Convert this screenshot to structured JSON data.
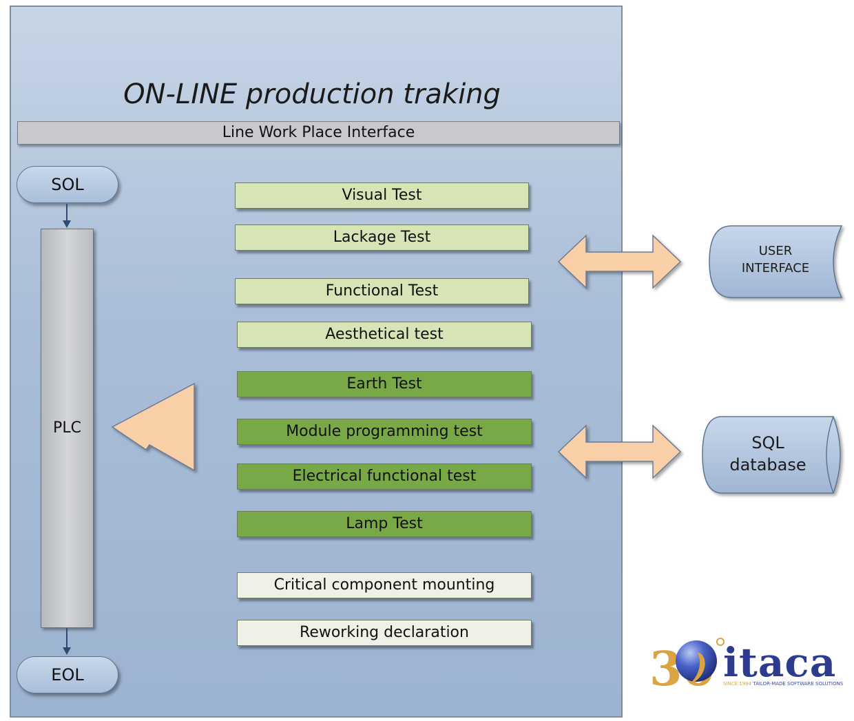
{
  "title": "ON-LINE production traking",
  "interface_bar": "Line Work Place Interface",
  "start_node": "SOL",
  "end_node": "EOL",
  "plc_label": "PLC",
  "tests": [
    {
      "label": "Visual Test",
      "group": "light"
    },
    {
      "label": "Lackage Test",
      "group": "light"
    },
    {
      "label": "Functional Test",
      "group": "light"
    },
    {
      "label": "Aesthetical test",
      "group": "light"
    },
    {
      "label": "Earth Test",
      "group": "dark"
    },
    {
      "label": "Module programming test",
      "group": "dark"
    },
    {
      "label": "Electrical functional test",
      "group": "dark"
    },
    {
      "label": "Lamp Test",
      "group": "dark"
    },
    {
      "label": "Critical component mounting",
      "group": "white"
    },
    {
      "label": "Reworking declaration",
      "group": "white"
    }
  ],
  "user_interface": {
    "line1": "USER",
    "line2": "INTERFACE"
  },
  "sql_database": {
    "line1": "SQL",
    "line2": "database"
  },
  "logo": {
    "number": "30",
    "name": "itaca",
    "tagline_since": "SINCE 1994",
    "tagline": "TAILOR-MADE SOFTWARE SOLUTIONS"
  },
  "colors": {
    "panel": "#a9bdd7",
    "light_test": "#d6e4b6",
    "dark_test": "#78a946",
    "white_test": "#eef1e6",
    "arrow": "#f9cfa8",
    "brand": "#2d3b8e",
    "gold": "#d9a441"
  }
}
